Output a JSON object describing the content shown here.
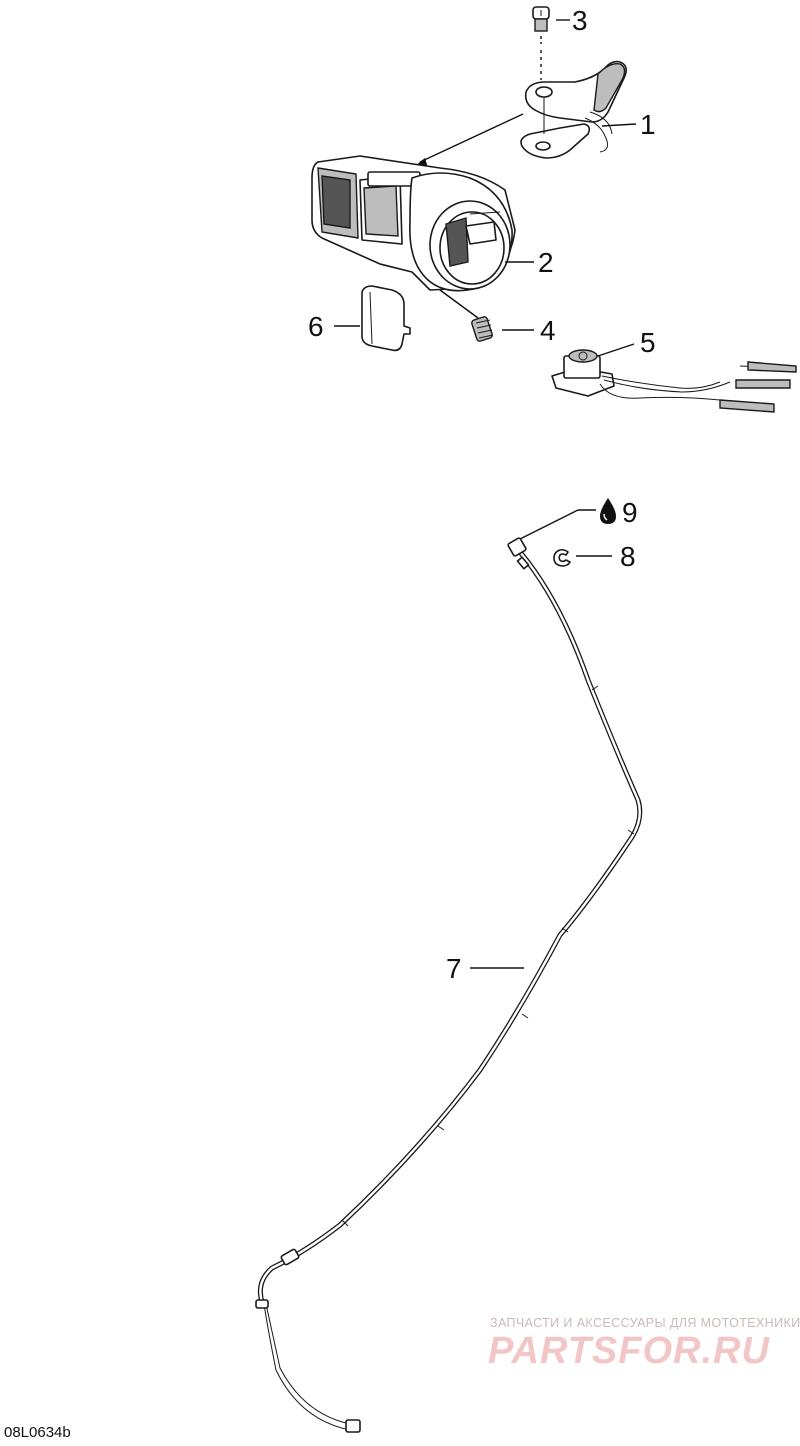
{
  "diagram": {
    "drawing_code": "08L0634b",
    "callouts": [
      {
        "id": "1",
        "label": "1"
      },
      {
        "id": "2",
        "label": "2"
      },
      {
        "id": "3",
        "label": "3"
      },
      {
        "id": "4",
        "label": "4"
      },
      {
        "id": "5",
        "label": "5"
      },
      {
        "id": "6",
        "label": "6"
      },
      {
        "id": "7",
        "label": "7"
      },
      {
        "id": "8",
        "label": "8"
      },
      {
        "id": "9",
        "label": "9"
      }
    ],
    "lubricant_icon": "oil-drop-icon"
  },
  "watermark": {
    "subtitle": "ЗАПЧАСТИ И АКСЕССУАРЫ ДЛЯ МОТОТЕХНИКИ",
    "brand": "PARTSFOR.RU"
  },
  "colors": {
    "line": "#1a1a1a",
    "background": "#ffffff",
    "watermark": "#f2c6c6"
  }
}
